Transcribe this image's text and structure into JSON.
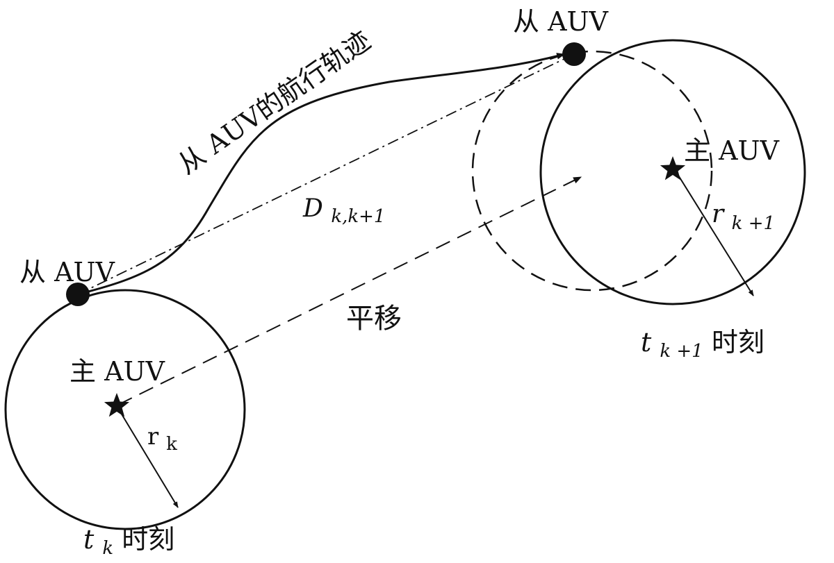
{
  "labels": {
    "slave_auv_k": "从 AUV",
    "slave_auv_k1": "从 AUV",
    "trajectory": "从 AUV的航行轨迹",
    "master_auv_k": "主 AUV",
    "master_auv_k1": "主 AUV",
    "distance": {
      "main": "D",
      "sub": "k,k+1"
    },
    "translation": "平移",
    "radius_k": {
      "main": "r",
      "sub": "k"
    },
    "radius_k1": {
      "main": "r",
      "sub": "k +1"
    },
    "time_k": {
      "main": "t",
      "sub": "k",
      "suffix": "时刻"
    },
    "time_k1": {
      "main": "t",
      "sub": "k +1",
      "suffix": "时刻"
    }
  },
  "colors": {
    "stroke": "#111111",
    "background": "#ffffff"
  }
}
